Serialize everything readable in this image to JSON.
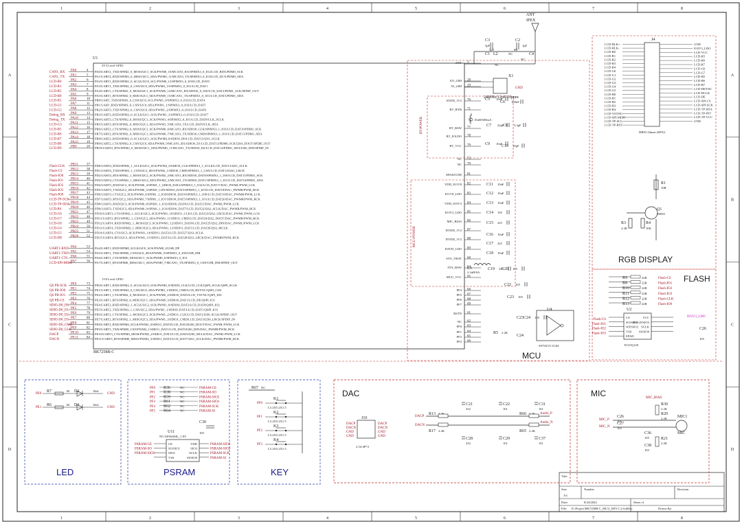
{
  "border": {
    "columns": [
      "1",
      "2",
      "3",
      "4",
      "5",
      "6",
      "7",
      "8"
    ],
    "rows": [
      "A",
      "B",
      "C",
      "D"
    ]
  },
  "blocks": {
    "mcu_title": "MCU",
    "rgb_title": "RGB DISPLAY",
    "flash_title": "FLASH",
    "led_title": "LED",
    "psram_title": "PSRAM",
    "key_title": "KEY",
    "dac_title": "DAC",
    "mic_title": "MIC"
  },
  "u1": {
    "ref": "U1",
    "part": "BK7258B-C",
    "group_3v3": "3V3 Level GPIO",
    "group_1v8": "1V8 Level GPIO",
    "left_nets_a": [
      "CAN1_RX",
      "CAN1_TX",
      "LCD-R0",
      "LCD-R1",
      "LCD-R5",
      "LCD-B0",
      "LCD-B1",
      "LCD-G1",
      "LCD-G2",
      "Debug_RX",
      "Debug_TX",
      "LCD-G3",
      "LCD-B5",
      "LCD-B6",
      "LCD-B7",
      "LCD-B8",
      "LCD-B9"
    ],
    "pins_a": [
      "PA0",
      "PA1",
      "PA2",
      "PA3",
      "PA4",
      "PA5",
      "PA6",
      "PA7",
      "PA8",
      "PA9",
      "PA10",
      "PA11",
      "PA12",
      "PA13",
      "PA14",
      "PA15",
      "PB0"
    ],
    "pin_nums_a": [
      "4",
      "5",
      "6",
      "7",
      "8",
      "9",
      "10",
      "11",
      "12",
      "13",
      "14",
      "15",
      "16",
      "17",
      "18",
      "19",
      "20"
    ],
    "funcs_a": [
      "PA0/UART2_TXD/SPIM2_0_MOSI/I2C1_SCK/PWM0_10/MCAN3_RX/SPIMX3_0_IO2/LCD_RDX/PDM0_SCK",
      "PA1/UART2_RXD/SPIM2_0_MISO/I2C1_SDA/PWM0_11/MCAN3_TX/SPIMX3_0_IO3/LCD_DCX/PDM0_SDA",
      "PA2/UART1_RXD/SPIM2_0_SCLK/I2C0_SCL/PWM0_12/SPIMX3_0_IO0/LCD_DAT0",
      "PA3/UART1_TXD/SPIM2_0_CSN/I2C0_SDA/PWM0_13/SPIMX3_0_IO1/LCD_DAT1",
      "PA4/UART1_CTS/SPIM2_0_MOSI/I2C1_SCK/PWM0_14/MCAN1_RX/SDIO0_0_IO0/LCD_DAT2/PDM1_SCK/SPDIF_OUT",
      "PA5/UART1_RTS/SPIM2_0_MISO/I2C1_SDA/PWM0_15/MCAN1_TX/SPIMX3_0_IO1/LCD_DAT3/PDM1_SDA",
      "PB0/UART_TXD/SPIMX_0_CSN/I2C0_SCL/PWM1_0/SPIMX3_0_IO2/LCD_DAT4",
      "PB1/UART_RXD/SPIMX_0_CSN/I2C0_SDA/PWM1_1/SPIMX3_0_IO3/LCD_DAT5",
      "PB2/UART3_TXD/SPIM2_0_CSN/I2C0_SDA/PWM1_2/SPIMX3_0_IO3/LCD_DAT6",
      "PB3/UART3_RXD/SPIM2_0_SCLK/I2C1_SCK/PWM1_3/SPIMX3_0_IO3/LCD_DAT7",
      "PB4/UART3_CTS/SPIM2_0_MOSI/I2C1_SCK/PWM1_4/SPIMX3_0_IO1/LCD_DAT8/CLK_SCLK",
      "PB5/UART3_RTS/SPIM2_0_MISO/I2C1_SDA/PWM1_5/MCAN3_TX/LCD_DAT9/CLK_SDA",
      "PB6/UART2_CTS/SPIM2_0_MOSI/I2C1_SCK/PWM0_6/MCAN1_RX/SDIO0_CLK/SPIMX3_1_IO3/LCD_DAT10/PDM1_SCK",
      "PB7/UART2_RTS/SPIM2_0_MISO/I2C1_SDA/PWM0_7/MCAN1_TX/SDIO0_CMD/SPIMX3_1_IO3/LCD_DAT11/PDM1_SDA",
      "PB8/UART2_RXD/SPIM2_0_SCLK/I2C1_SCK/PWM0_8/SDIO0_D0/LCD_DAT12/I2S1_SCLK",
      "PB9/UART2_CTS/SPIM2_0_CSN/I2C0_SDA/PWM0_9/MCAN1_RX/SDIO0_D1/LCD_DAT13/PDM0_SCK/I2S0_DOUT/SPDIF_OUT",
      "PB10/UART2_RTS/SPIM2_0_MOSI/I2C1_SDA/PWM0_11/MCAN1_TX/SDIO0_D2/LCD_DAT14/PDM1_SDA/I2S0_DIN/SPDIF_IN"
    ],
    "left_nets_b": [
      "Flash-CLK",
      "Flash-CS",
      "Flash-IO0",
      "Flash-IO1",
      "Flash-IO2",
      "Flash-IO3",
      "Flash-IO0",
      "LCD-TP-SCK",
      "LCD-TP-SDA",
      "LCD-R4",
      "LCD-G6",
      "LCD-G7",
      "LCD-G8",
      "LCD-G4",
      "LCD-G5",
      "LCD-DE"
    ],
    "pins_b": [
      "PB11",
      "PB12",
      "PB13",
      "PB14",
      "PB15",
      "PB16",
      "PB17",
      "PB18",
      "PB19",
      "PB20",
      "PB21",
      "PB22",
      "PB23",
      "PB24",
      "PB25",
      "PB26"
    ],
    "pin_nums_b": [
      "37",
      "38",
      "39",
      "40",
      "41",
      "42",
      "43",
      "44",
      "45",
      "46",
      "47",
      "48",
      "49",
      "50",
      "51",
      "52"
    ],
    "funcs_b": [
      "PD0/UART4_RXD/SPIM2_1_SCLK/I2C2_SCK/PWM2_0/SDIO0_CLK/SPIMX3_1_SCLK/LCD_DAT13/I2S1_SCLK",
      "PD1/UART4_TXD/SPIM2_1_CSN/I2C2_SDA/PWM2_1/SDIO0_CMD/SPIMX3_1_CSN/LCD_DAT14/I2S1_LRCK",
      "PD2/UART4_RTS/SPIM2_1_MOSI/I2C2_SCK/PWM2_2/MCAN1_RX/SDIO0_DAT0/SPIMX3_1_IO0/LCD_DAT15/PDM1_SCK",
      "PD3/UART4_CTS/SPIM2_1_MISO/I2C2_SDA/PWM2_3/MCAN1_TX/SDIO0_DAT1/SPIMX3_1_IO1/LCD_DAT16/PDM1_SDA",
      "PD4/UART3_RXD/I2C2_SCK/PWM0_4/SPIM1_1_SDIO0_DAT2/SPIMX3_1_IO2/LCD_DAT17/DAC_PWML/PWM_LCK",
      "PD5/UART3_TXD/I2C2_SDA/PWM0_5/SPIM1_CSN/SDIO0_DAT3/SPIMX3_1_IO3/LCD_DAT18/DAC_PWMR/PWM_RCK",
      "PD6/UART3_CTS/I2C2_SCK/PWM0_6/SPIM1_1_IO0/SDIO0_DAT4/SPIMX3_1_IO0/LCD_DAT19/DAC_PWMH/PWM_LCK",
      "PD7/UART3_RTS/I2C2_SDA/PWM0_7/SPIM1_1_IO1/SDIO0_DAT5/SPIMX3_1_IO1/LCD_DAT20/DAC_PWMR/PWM_RCK",
      "PD8/UART3_RXD/I2C3_SCK/PWM0_8/SPIM1_1_IO2/SDIO0_DAT6/LCD_DAT21/DAC_PWML/PWM_LCK",
      "PD9/UART3_TXD/I2C3_SDA/PWM0_9/SPIM1_1_IO3/SDIO0_DAT7/LCD_DAT22/I2S2_SCLK/DAC_PWMR/PWM_RCK",
      "PD10/UART3_CTS/SPIM2_1_SCLK/I2C2_SCK/PWM1_10/SDIO1_CLK/LCD_DAT23/I2S2_LRCK/DAC_PWML/PWM_LCK",
      "PD11/UART3_RTS/SPIM2_1_CSN/I2C2_SDA/PWM1_11/SDIO1_CMD/LCD_DAT24/I2S2_DOUT/DAC_PWMR/PWM_RCK",
      "PD12/UART4_RXD/SPIM2_1_MOSI/I2C3_SCK/PWM1_12/SDIO1_DAT0/LCD_DAT25/I2S2_DIN/DAC_PWML/PWM_LCK",
      "PD13/UART4_TXD/SPIM2_1_MISO/I2C3_SDA/PWM1_13/SDIO1_DAT1/LCD_DAT26/I2S2_MCLK",
      "PD14/UART4_CTS/I2C3_SCK/PWM1_14/SDIO1_DAT2/LCD_DAT27/I2S3_SCLK",
      "PD15/UART4_RTS/I2C3_SDA/PWM1_15/SDIO1_DAT3/LCD_DAT28/I2S3_LRCK/DAC_PWMR/PWM_RCK"
    ],
    "left_nets_c": [
      "UART1-RXD",
      "UART1-TXD",
      "UART1-CTS",
      "LCD-SPI-MISO"
    ],
    "pins_c": [
      "PA4",
      "PA5",
      "PA6",
      "PA7"
    ],
    "pin_nums_c": [
      "53",
      "54",
      "55",
      "56"
    ],
    "funcs_c": [
      "PA4/UART1_RXD/SPIM0_SCLK/I2C0_SCK/PWM0_4/USB_DP",
      "PA5/UART1_TXD/SPIM0_CSN/I2C0_SDA/PWM0_5/SPIMX3_0_IO0/USB_DM",
      "PA6/UART1_CTS/SPIM0_MOSI/I2C1_SCK/PWM0_6/SPIMX3_0_IO1",
      "PA7/UART1_RTS/SPIM0_MISO/I2C1_SDA/PWM0_7/MCAN1_TX/SPIMX3_0_CSN/USB_DM/SPDIF_OUT"
    ],
    "left_nets_d": [
      "QS PB-SCK",
      "QS PB-IO0",
      "QS PB-IO1",
      "QS PB-CS",
      "SDIO-D0_D0",
      "SDIO-D0_D1",
      "SDIO-D0_D2",
      "SDIO-D0_D3",
      "SDIO-D0_CMD",
      "SDIO-D0_CLK",
      "DACP",
      "DACN"
    ],
    "pins_d": [
      "PE0",
      "PE1",
      "PE2",
      "PE3",
      "PE4",
      "PE5",
      "PE6",
      "PE7",
      "PE8",
      "PE9",
      "PE10",
      "PE11"
    ],
    "pin_nums_d": [
      "73",
      "74",
      "75",
      "76",
      "77",
      "78",
      "79",
      "80",
      "81",
      "82",
      "83",
      "84"
    ],
    "funcs_d": [
      "PE0/UART1_RXD/SPIM2_0_SCLK/I2C0_SCK/PWM0_0/SDIO0_CLK/LCD_CLK/QSPI_SCLK/QSPI_SCLK",
      "PE1/UART1_TXD/SPIM2_0_CSN/I2C0_SDA/PWM0_1/SDIO0_CMD/LCD_HSYNC/QSPI_CSN",
      "PE2/UART1_CTS/SPIM2_0_MOSI/I2C1_SCK/PWM0_2/SDIO0_DAT0/LCD_VSYNC/QSPI_IO0",
      "PE3/UART1_RTS/SPIM2_0_MISO/I2C1_SDA/PWM0_3/SDIO0_DAT1/LCD_DE/QSPI_IO1",
      "PE4/UART2_RXD/SPIM2_1_SCLK/I2C2_SCK/PWM1_0/SDIO0_DAT2/LCD_DAT0/QSPI_IO2",
      "PE5/UART2_TXD/SPIM2_1_CSN/I2C2_SDA/PWM1_1/SDIO0_DAT3/LCD_DAT1/QSPI_IO3",
      "PE6/UART2_CTS/SPIM2_1_MOSI/I2C3_SCK/PWM1_2/SDIO1_CLK/LCD_DAT2/I2S0_SCLK/SPDIF_OUT",
      "PE7/UART2_RTS/SPIM2_1_MISO/I2C3_SDA/PWM1_3/SDIO1_CMD/LCD_DAT3/I2S0_LRCK/SPDIF_IN",
      "PE8/UART3_RXD/SPIM0_SCLK/PWM2_0/SDIO1_DAT0/LCD_DAT4/I2S0_DOUT/DAC_PWML/PWM_LCK",
      "PE9/UART3_TXD/SPIM0_CSN/PWM2_1/SDIO1_DAT1/LCD_DAT5/I2S0_DIN/DAC_PWMR/PWM_RCK",
      "PE10/UART3_CTS/SPIM0_MOSI/PWM2_2/SDIO1_DAT2/LCD_DAT6/I2S0_MCLK/DAC_PWML/PWM_LCK",
      "PE11/UART3_RTS/SPIM0_MISO/PWM2_3/SDIO1_DAT3/LCD_DAT7/I2S1_SCLK/DAC_PWMR/PWM_RCK"
    ],
    "right_pins": [
      [
        "ANT",
        "3"
      ],
      [
        "XO_24M",
        "28"
      ],
      [
        "XI_24M",
        "29"
      ],
      [
        "AVDD_1V2",
        "76"
      ],
      [
        "BT_BYB",
        "71"
      ],
      [
        "BT_BSW",
        "77"
      ],
      [
        "BT_IOLDO",
        "78"
      ],
      [
        "BT_VCC",
        "79"
      ],
      [
        "NC",
        "72"
      ],
      [
        "NC",
        "70"
      ],
      [
        "EPAD/GND",
        "81"
      ],
      [
        "VDD_IO1V8",
        "82"
      ],
      [
        "IO1V8_LDO",
        "83"
      ],
      [
        "VDD_IO3V3",
        "84"
      ],
      [
        "IO3V3_LDO",
        "85"
      ],
      [
        "MIC_BIAS",
        "86"
      ],
      [
        "DVDD_1V2",
        "87"
      ],
      [
        "DVDD_1V2",
        "88"
      ],
      [
        "DAVD_LDO",
        "89"
      ],
      [
        "SYS_VBAT",
        "60"
      ],
      [
        "SYS_BSW",
        "64"
      ],
      [
        "MCU_VCC",
        "65"
      ],
      [
        "PF4",
        "66"
      ],
      [
        "PF5",
        "67"
      ],
      [
        "PF6",
        "68"
      ],
      [
        "PF7",
        "69"
      ],
      [
        "RSTN",
        "61"
      ],
      [
        "NC",
        "62"
      ],
      [
        "PF0",
        "63"
      ],
      [
        "PF1",
        "64"
      ],
      [
        "PF2",
        "65"
      ],
      [
        "PF3",
        "66"
      ]
    ]
  },
  "rf": {
    "ant_ref": "ANT",
    "ant_part": "IPEX",
    "parts": [
      "C3",
      "C2",
      "C4",
      "C1",
      "L2",
      "NC",
      "5pF",
      "0R",
      "NC",
      "NC",
      "5pF",
      "1pF"
    ],
    "crystal": "24MHz/12pF/10ppm",
    "crystal_ref": "X1",
    "xo_nets": [
      "XO",
      "XO",
      "GND"
    ],
    "bt_power": "BT-POWER",
    "mcu_power": "MCU-POWER",
    "inductor": "L1",
    "inductor_val": "10uH/600mA",
    "inductor2": "L3",
    "inductor2_val": "2.2uH/6A",
    "caps": [
      [
        "C5",
        "10uF"
      ],
      [
        "C6",
        "100nF"
      ],
      [
        "C7",
        "22pF"
      ],
      [
        "C8",
        "3.3pF"
      ],
      [
        "C9",
        "10uF"
      ],
      [
        "C10",
        "10pF"
      ],
      [
        "C11",
        "10uF"
      ],
      [
        "C12",
        "10uF"
      ],
      [
        "C13",
        "10uF"
      ],
      [
        "C14",
        "105"
      ],
      [
        "C15",
        "225"
      ],
      [
        "C16",
        "10uF"
      ],
      [
        "C17",
        "225"
      ],
      [
        "C18",
        "10uF"
      ],
      [
        "C19",
        "225"
      ],
      [
        "C20",
        "105"
      ],
      [
        "C22",
        "105"
      ],
      [
        "C23",
        "105"
      ],
      [
        "C24",
        "105"
      ]
    ],
    "reset": {
      "r5": "R5",
      "r5v": "2.2K",
      "u4": "U4",
      "part": "SN74LVC1G04",
      "c23": "C23",
      "c24": "C24"
    }
  },
  "rgb": {
    "conn_ref": "J4",
    "conn_part": "HRF2.54mm-20PX2",
    "left_nets": [
      "LCD-BLK+",
      "LCD-BLK-",
      "LCD-R0",
      "LCD-R1",
      "LCD-R2",
      "LCD-R3",
      "LCD-R4",
      "LCD-G0",
      "LCD-G1",
      "LCD-G2",
      "LCD-G3",
      "LCD-G4",
      "LCD-G5",
      "LCD-B0",
      "LCD-B1",
      "LCD-B2",
      "LCD-B3",
      "LCD-B4",
      "LCD-VSYNC",
      "LCD-SPI-MISO",
      "LCD-TP-SCL",
      "LCD-TP-RST"
    ],
    "right_nets": [
      "GND",
      "IO3V3_LDO",
      "LCD-VCC",
      "LCD-R5",
      "LCD-R6",
      "LCD-R7",
      "LCD-G6",
      "LCD-G7",
      "LCD-B5",
      "LCD-B6",
      "LCD-B7",
      "LCD-HSYNC",
      "LCD-DCLK",
      "LCD-DE",
      "LCD-SPI-CS",
      "LCD-SPI-SCK",
      "LCD-TP-SDA",
      "LCD-TP-INT",
      "LCD-TP-VCC",
      "GND"
    ],
    "q1": "Q1",
    "q1_part": "S8050",
    "r1": "R1",
    "r1_val": "10R",
    "r3": "R3",
    "r3_val": "2.2K",
    "r4": "R4",
    "r4_val": "10K"
  },
  "flash": {
    "u": "U2",
    "part": "XT25Q128",
    "left_pins": [
      "CS",
      "SO/SIO1",
      "WP/SIO2",
      "VSS",
      "EPAD"
    ],
    "right_pins": [
      "VCC",
      "HOLD/SIO3",
      "SCLK",
      "SI/SIO0"
    ],
    "resistors": [
      [
        "R9",
        "22R"
      ],
      [
        "R8",
        "22R"
      ],
      [
        "R10",
        "22R"
      ],
      [
        "R11",
        "22R"
      ],
      [
        "R12",
        "22R"
      ],
      [
        "R13",
        "22R"
      ]
    ],
    "nets": [
      "Flash-CS",
      "Flash-IO1",
      "Flash-IO2",
      "Flash-IO3",
      "Flash-CLK",
      "Flash-IO0"
    ],
    "c": "C26",
    "c_val": "105",
    "pwr": "IO3V3_LDO"
  },
  "led": {
    "rows": [
      {
        "pin": "PE0",
        "r": "R7",
        "rv": "1K",
        "d": "D2",
        "color": "Red"
      },
      {
        "pin": "PE1",
        "r": "R6",
        "rv": "1K",
        "d": "D3",
        "color": "Red"
      }
    ],
    "gnd": "GND"
  },
  "psram": {
    "u": "U11",
    "part": "NC/APS6404L_1.8V",
    "res": [
      [
        "R36",
        "NC"
      ],
      [
        "R38",
        "NC"
      ],
      [
        "R59",
        "NC"
      ],
      [
        "R61",
        "NC"
      ],
      [
        "R62",
        "NC"
      ],
      [
        "R64",
        "NC"
      ]
    ],
    "nets_l": [
      "PF0",
      "PF1",
      "PF2",
      "PF3",
      "PF4",
      "PF5"
    ],
    "nets_r": [
      "PSRAM-CE",
      "PSRAM-SO",
      "PSRAM-SIO2",
      "PSRAM-SIO3",
      "PSRAM-SCK",
      "PSRAM-SI"
    ],
    "pins_l": [
      "CE",
      "SO/SIO1",
      "SIO2",
      "VSS"
    ],
    "pins_r": [
      "VDD",
      "SIO3",
      "SCLK",
      "SI/SIO0"
    ],
    "c": "C30",
    "c_val": "105"
  },
  "key": {
    "r": "R67",
    "rv": "NC",
    "keys": [
      {
        "ref": "K1",
        "part": "L5.2X5.2X1.5",
        "pin": "PF0"
      },
      {
        "ref": "K2",
        "part": "L5.2X5.2X1.5",
        "pin": "PF1"
      },
      {
        "ref": "K3",
        "part": "L5.2X5.2X1.5",
        "pin": "PF2"
      },
      {
        "ref": "K4",
        "part": "L5.2X5.2X1.5",
        "pin": "PF3"
      }
    ]
  },
  "dac": {
    "conn": "J10",
    "conn_part": "2.54-4P*2",
    "conn_nets": [
      "DACP",
      "DACN",
      "GND",
      "GND"
    ],
    "top_res": [
      [
        "R13",
        "2.2K"
      ],
      [
        "R66",
        "2.2K"
      ]
    ],
    "bot_res": [
      [
        "R17",
        "2.2K"
      ],
      [
        "R65",
        "2.2K"
      ]
    ],
    "caps": [
      [
        "C21",
        "332"
      ],
      [
        "C22",
        "101"
      ],
      [
        "C28",
        "332"
      ],
      [
        "C29",
        "101"
      ],
      [
        "C31",
        "101"
      ],
      [
        "C37",
        "101"
      ]
    ],
    "outputs": [
      "Audio_P",
      "Audio_N"
    ],
    "inputs": [
      "DACP",
      "DACN"
    ]
  },
  "mic": {
    "parts": [
      [
        "R30",
        "2.2K"
      ],
      [
        "R20",
        "2.2K"
      ],
      [
        "R21",
        "2.2K"
      ],
      [
        "C26",
        "105"
      ],
      [
        "C27",
        "105"
      ],
      [
        "C36",
        "105"
      ],
      [
        "C38",
        "105"
      ]
    ],
    "mic": "MIC1",
    "mic_label": "MIC",
    "bias": "MIC_BIAS",
    "nets": [
      "MIC_P",
      "MIC_N"
    ]
  },
  "title_block": {
    "title_label": "Title",
    "size_label": "Size",
    "size": "A3",
    "number_label": "Number",
    "revision_label": "Revision",
    "date_label": "Date:",
    "date": "8/24/2024",
    "sheet_label": "Sheet of",
    "file_label": "File:",
    "file": "E:\\Project\\BK7258B-C_MCU_DEV1.2.SchDoc",
    "drawn_label": "Drawn By:"
  },
  "colors": {
    "wire": "#1a1a1a",
    "net": "#a01020",
    "block_border": "#c02020",
    "led_border": "#2030a0",
    "title_blue": "#1a1a8a"
  }
}
